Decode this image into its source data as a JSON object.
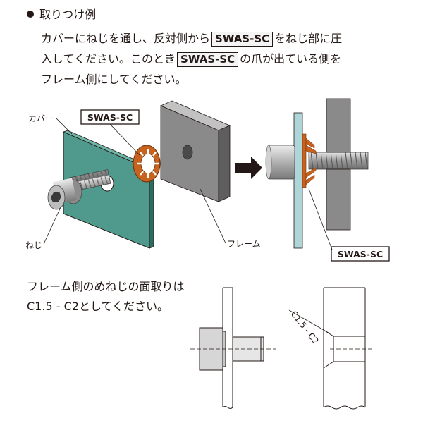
{
  "heading": "取りつけ例",
  "instructions": {
    "line1_a": "カバーにねじを通し、反対側から",
    "line1_tag": "SWAS-SC",
    "line1_b": "をねじ部に圧",
    "line2_a": "入してください。このとき",
    "line2_tag": "SWAS-SC",
    "line2_b": "の爪が出ている側を",
    "line3": "フレーム側にしてください。"
  },
  "labels": {
    "cover": "カバー",
    "part": "SWAS-SC",
    "screw": "ねじ",
    "frame": "フレーム",
    "part_assembled": "SWAS-SC"
  },
  "note": {
    "line1": "フレーム側のめねじの面取りは",
    "line2": "C1.5 - C2としてください。"
  },
  "chamfer_label": "C1.5 - C2",
  "colors": {
    "cover_plate": "#4f9a8d",
    "cover_plate_assembled": "#aed6d9",
    "frame_block": "#8a8a8a",
    "washer": "#c8631f",
    "screw": "#a9a9a9",
    "arrow": "#231815"
  }
}
